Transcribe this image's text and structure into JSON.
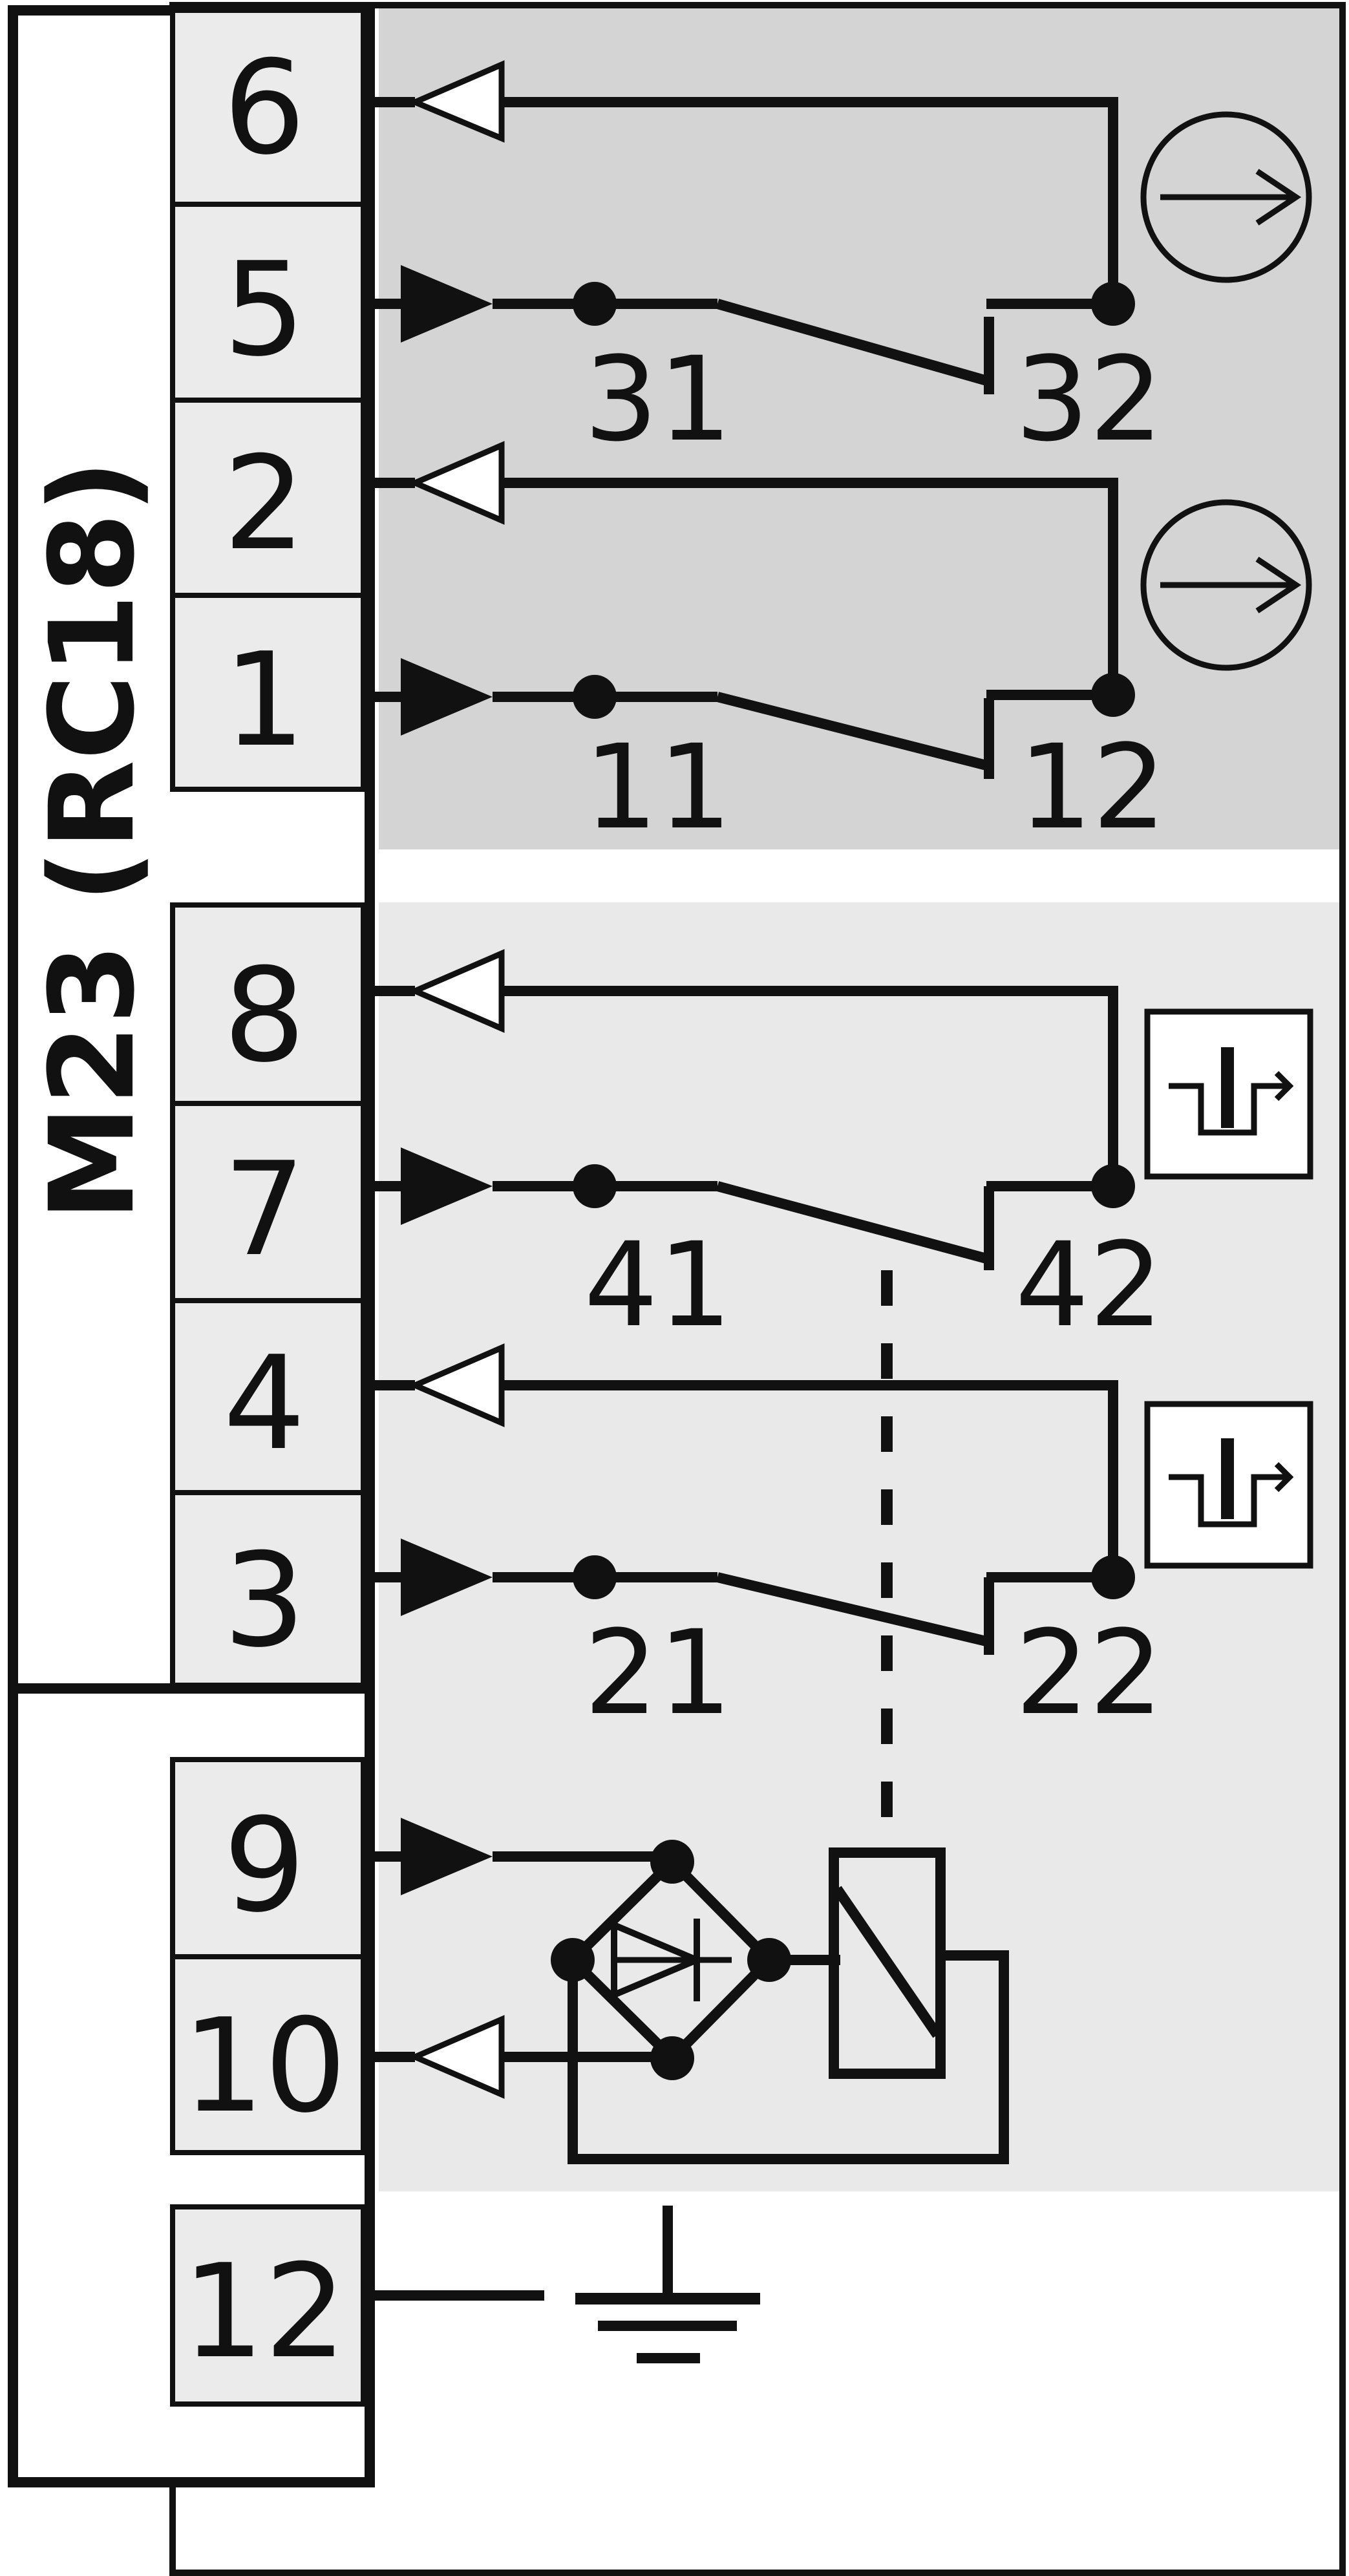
{
  "connector": {
    "title": "M23 (RC18)",
    "pins_upper": [
      "6",
      "5",
      "2",
      "1"
    ],
    "pins_middle": [
      "8",
      "7",
      "4",
      "3"
    ],
    "pins_lower": [
      "9",
      "10"
    ],
    "pin_ground": "12"
  },
  "contacts": {
    "c1": {
      "left": "31",
      "right": "32"
    },
    "c2": {
      "left": "11",
      "right": "12"
    },
    "c3": {
      "left": "41",
      "right": "42"
    },
    "c4": {
      "left": "21",
      "right": "22"
    }
  },
  "icons": {
    "safety_contact": "arrow-in-circle-icon",
    "plunger_contact": "plunger-icon",
    "coil": "relay-coil-icon",
    "bridge": "bridge-rectifier-icon",
    "earth": "ground-icon"
  },
  "colors": {
    "zone_upper": "#d4d4d4",
    "zone_lower": "#e9e9e9",
    "terminal_fill": "#ebebeb",
    "line": "#111111"
  }
}
